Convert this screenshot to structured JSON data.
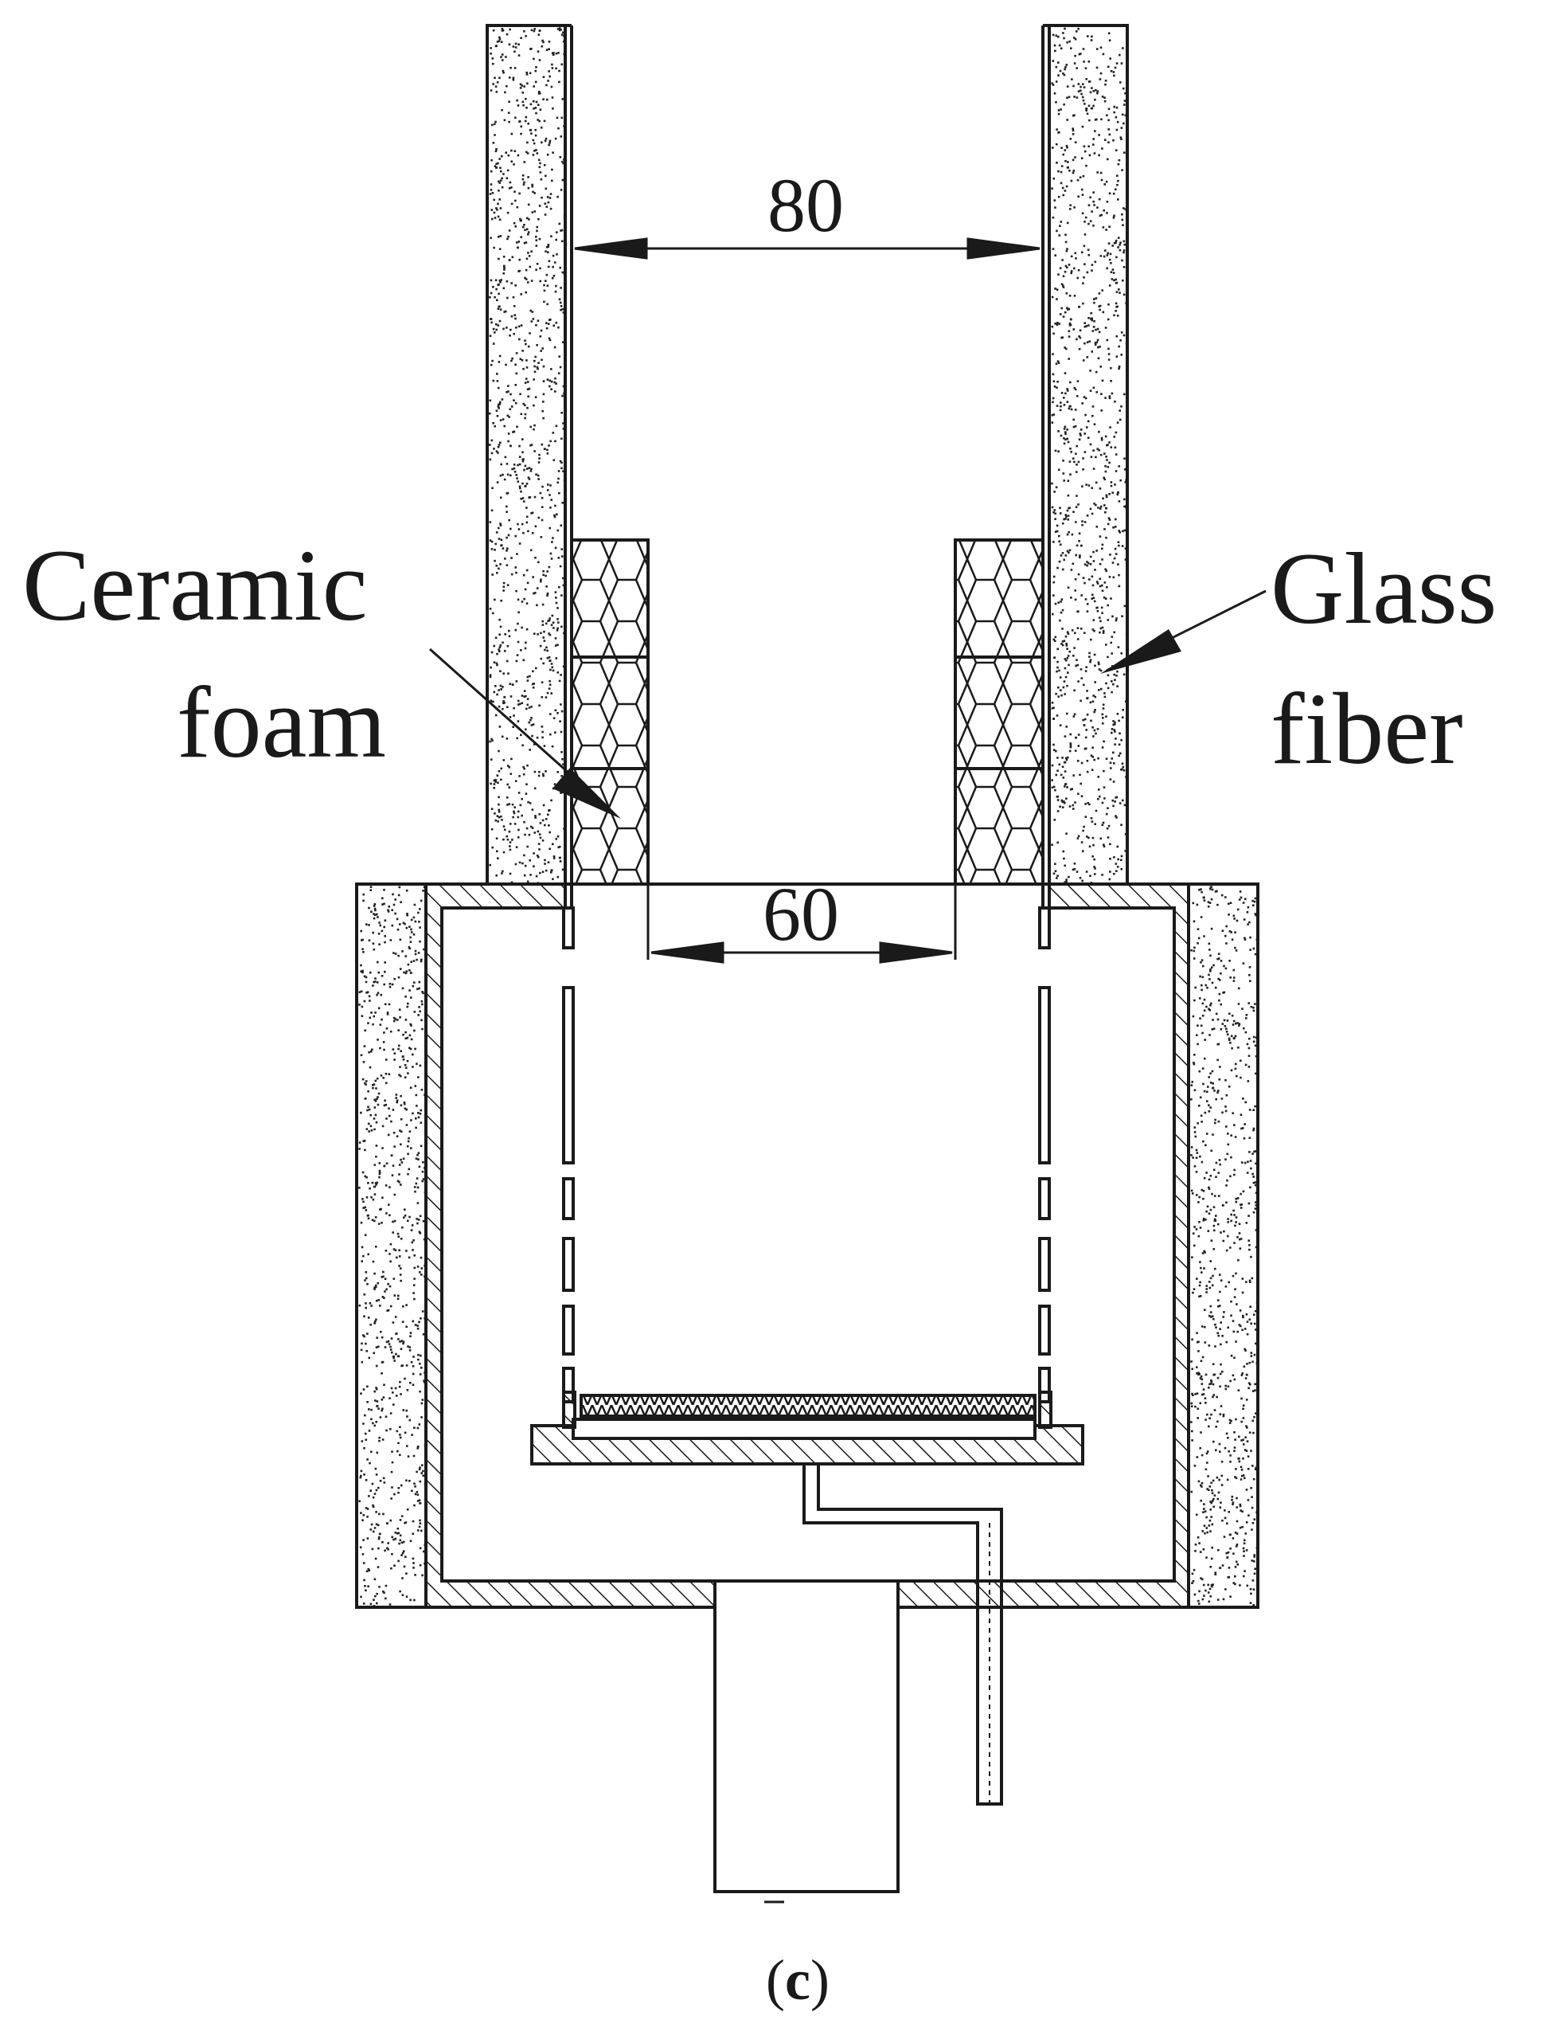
{
  "labels": {
    "ceramic_line1": "Ceramic",
    "ceramic_line2": "foam",
    "glass_line1": "Glass",
    "glass_line2": "fiber",
    "dim_top": "80",
    "dim_bottom": "60",
    "caption_open": "(",
    "caption_letter": "c",
    "caption_close": ")"
  },
  "colors": {
    "line": "#1a1a1a",
    "speckle": "#222222",
    "background": "#ffffff"
  }
}
